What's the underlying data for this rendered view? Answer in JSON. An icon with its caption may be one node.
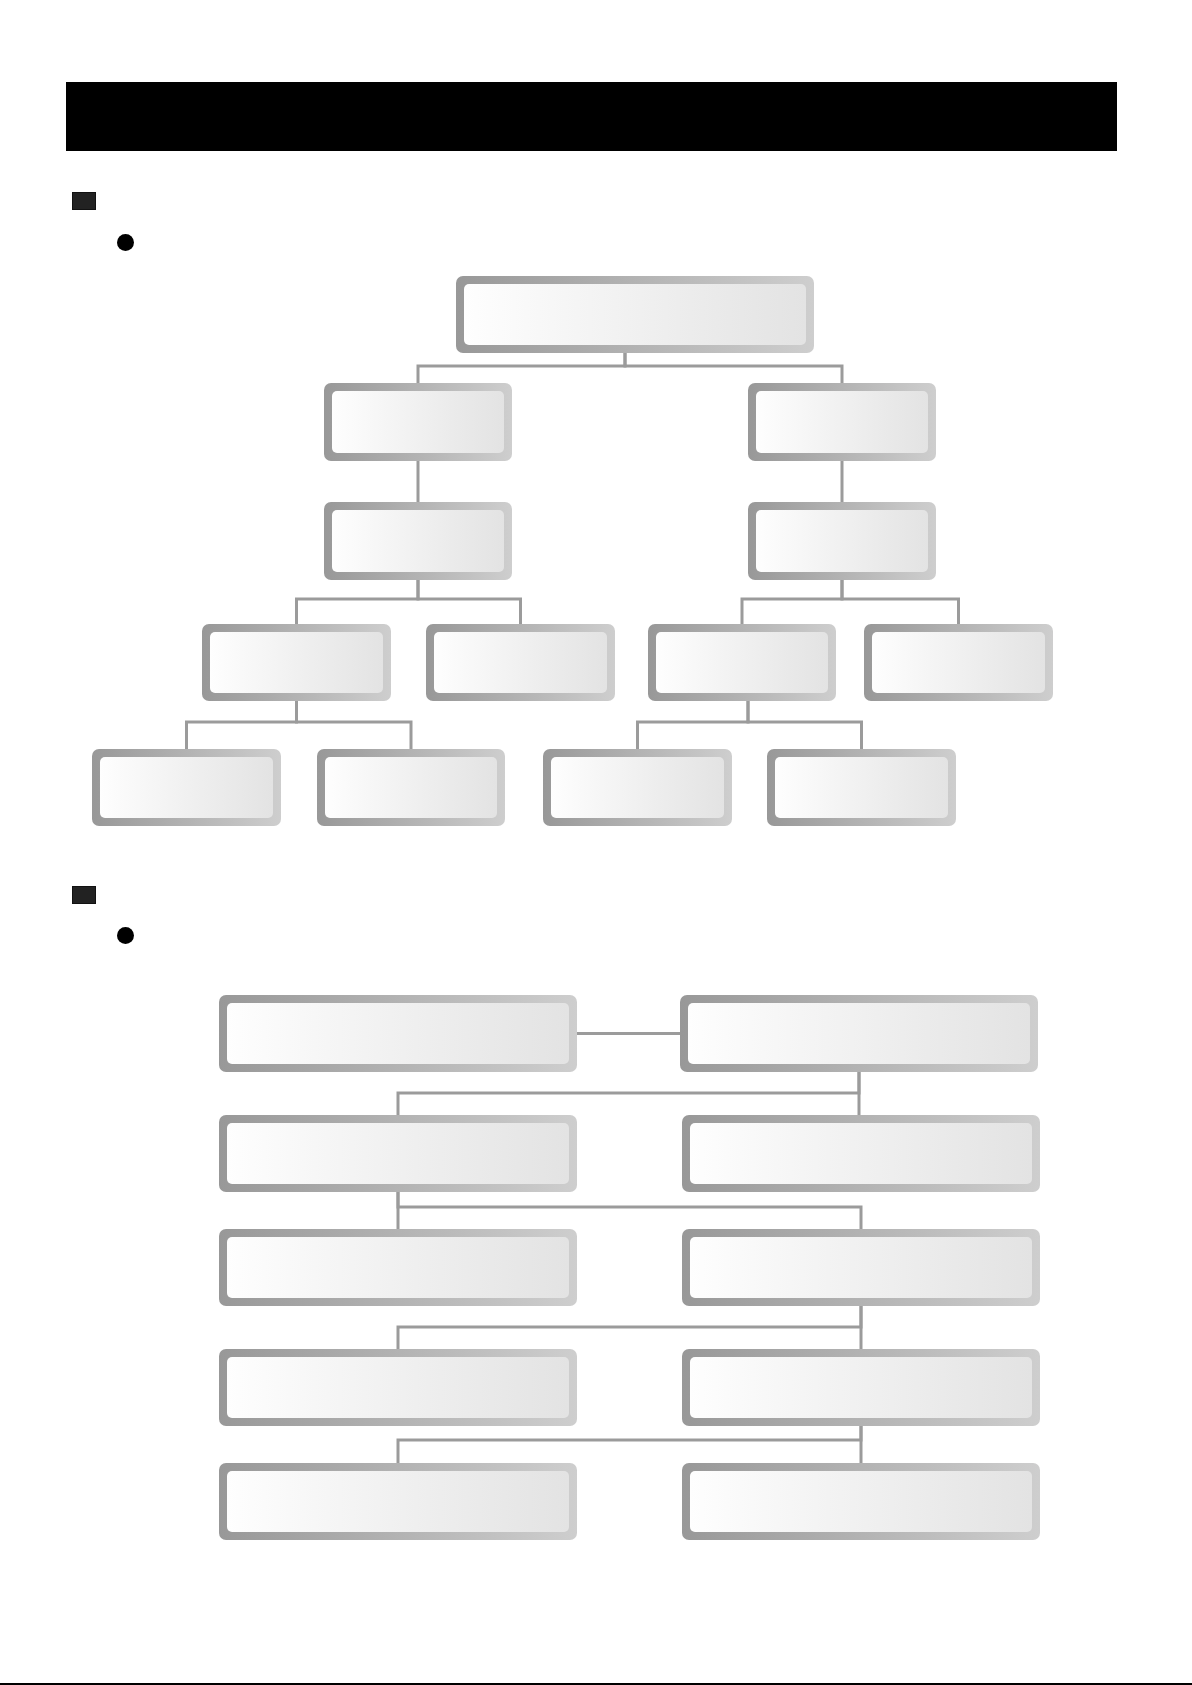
{
  "diagram": {
    "nodes": [
      {
        "text": [],
        "shape": "box"
      },
      {
        "text": [],
        "shape": "box"
      },
      {
        "text": [],
        "shape": "box"
      },
      {
        "text": [],
        "shape": "box"
      },
      {
        "text": [],
        "shape": "box"
      },
      {
        "text": [],
        "shape": "box"
      },
      {
        "text": [],
        "shape": "box"
      },
      {
        "text": [],
        "shape": "box"
      },
      {
        "text": [],
        "shape": "box"
      },
      {
        "text": [],
        "shape": "box"
      },
      {
        "text": [],
        "shape": "box"
      },
      {
        "text": [],
        "shape": "box"
      },
      {
        "text": [],
        "shape": "box"
      },
      {
        "text": [],
        "shape": "box"
      },
      {
        "text": [],
        "shape": "box"
      },
      {
        "text": [],
        "shape": "box"
      },
      {
        "text": [],
        "shape": "box"
      },
      {
        "text": [],
        "shape": "box"
      },
      {
        "text": [],
        "shape": "box"
      },
      {
        "text": [],
        "shape": "box"
      },
      {
        "text": [],
        "shape": "box"
      },
      {
        "text": [],
        "shape": "box"
      },
      {
        "text": [],
        "shape": "box"
      }
    ],
    "edges": [
      {
        "from": 0,
        "to": 1,
        "arrow": "none"
      },
      {
        "from": 0,
        "to": 2,
        "arrow": "none"
      },
      {
        "from": 1,
        "to": 3,
        "arrow": "none"
      },
      {
        "from": 2,
        "to": 4,
        "arrow": "none"
      },
      {
        "from": 3,
        "to": 5,
        "arrow": "none"
      },
      {
        "from": 3,
        "to": 6,
        "arrow": "none"
      },
      {
        "from": 4,
        "to": 7,
        "arrow": "none"
      },
      {
        "from": 4,
        "to": 8,
        "arrow": "none"
      },
      {
        "from": 5,
        "to": 9,
        "arrow": "none"
      },
      {
        "from": 5,
        "to": 10,
        "arrow": "none"
      },
      {
        "from": 7,
        "to": 11,
        "arrow": "none"
      },
      {
        "from": 7,
        "to": 12,
        "arrow": "none"
      },
      {
        "from": 13,
        "to": 14,
        "arrow": "none"
      },
      {
        "from": 14,
        "to": 15,
        "arrow": "none"
      },
      {
        "from": 14,
        "to": 16,
        "arrow": "none"
      },
      {
        "from": 15,
        "to": 17,
        "arrow": "none"
      },
      {
        "from": 15,
        "to": 18,
        "arrow": "none"
      },
      {
        "from": 18,
        "to": 19,
        "arrow": "none"
      },
      {
        "from": 18,
        "to": 20,
        "arrow": "none"
      },
      {
        "from": 20,
        "to": 21,
        "arrow": "none"
      },
      {
        "from": 20,
        "to": 22,
        "arrow": "none"
      }
    ]
  }
}
